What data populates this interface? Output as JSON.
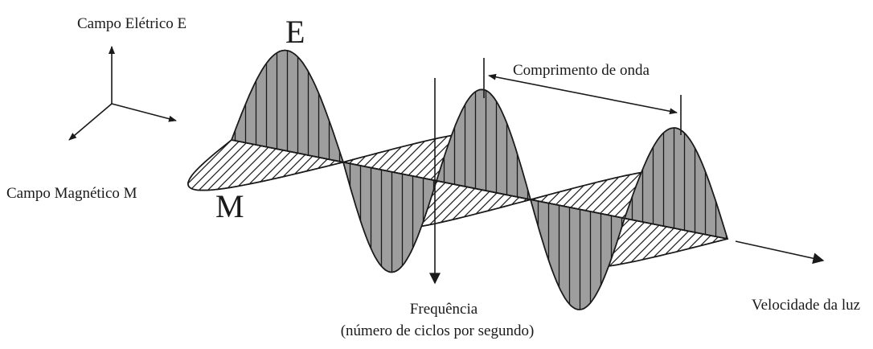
{
  "diagram": {
    "labels": {
      "electric_axis": "Campo Elétrico E",
      "magnetic_axis": "Campo Magnético M",
      "e_symbol": "E",
      "m_symbol": "M",
      "wavelength": "Comprimento de onda",
      "frequency_line1": "Frequência",
      "frequency_line2": "(número de ciclos por segundo)",
      "velocity": "Velocidade da luz"
    },
    "colors": {
      "electric_fill": "#9e9e9e",
      "magnetic_fill": "#ffffff",
      "ink": "#1a1a1a"
    }
  }
}
